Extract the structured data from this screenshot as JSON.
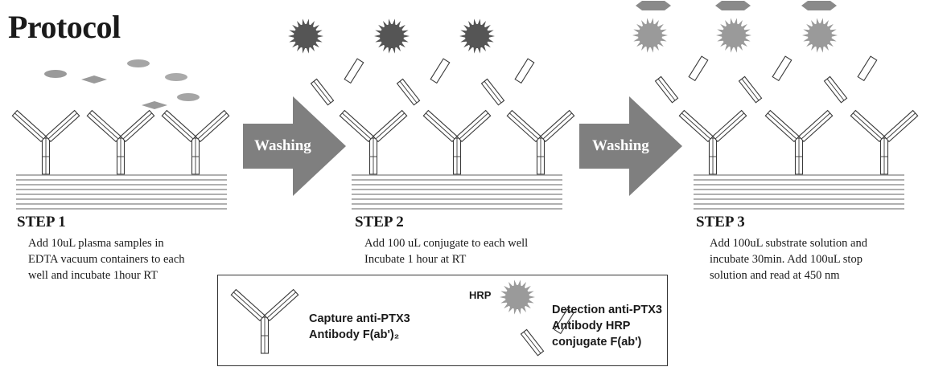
{
  "title": "Protocol",
  "arrows": [
    {
      "label": "Washing"
    },
    {
      "label": "Washing"
    }
  ],
  "steps": [
    {
      "heading": "STEP 1",
      "lines": [
        "Add 10uL plasma samples in",
        "EDTA vacuum containers to each",
        "well and incubate 1hour RT"
      ]
    },
    {
      "heading": "STEP 2",
      "lines": [
        "Add 100 uL conjugate to each well",
        "Incubate 1 hour at RT"
      ]
    },
    {
      "heading": "STEP 3",
      "lines": [
        "Add 100uL substrate solution and",
        "incubate 30min. Add 100uL stop",
        "solution and read at 450 nm"
      ]
    }
  ],
  "legend": {
    "capture": {
      "line1": "Capture anti-PTX3",
      "line2": "Antibody F(ab')₂"
    },
    "hrp_label": "HRP",
    "detection": {
      "line1": "Detection anti-PTX3",
      "line2": "Antibody HRP",
      "line3": "conjugate F(ab')"
    }
  },
  "colors": {
    "line": "#3a3a3a",
    "antibody_fill": "#ffffff",
    "plate_line": "#b0b0b0",
    "arrow": "#7f7f7f",
    "hrp_dark": "#555555",
    "hrp_light": "#9a9a9a",
    "product": "#8a8a8a",
    "sample": "#9a9a9a"
  }
}
